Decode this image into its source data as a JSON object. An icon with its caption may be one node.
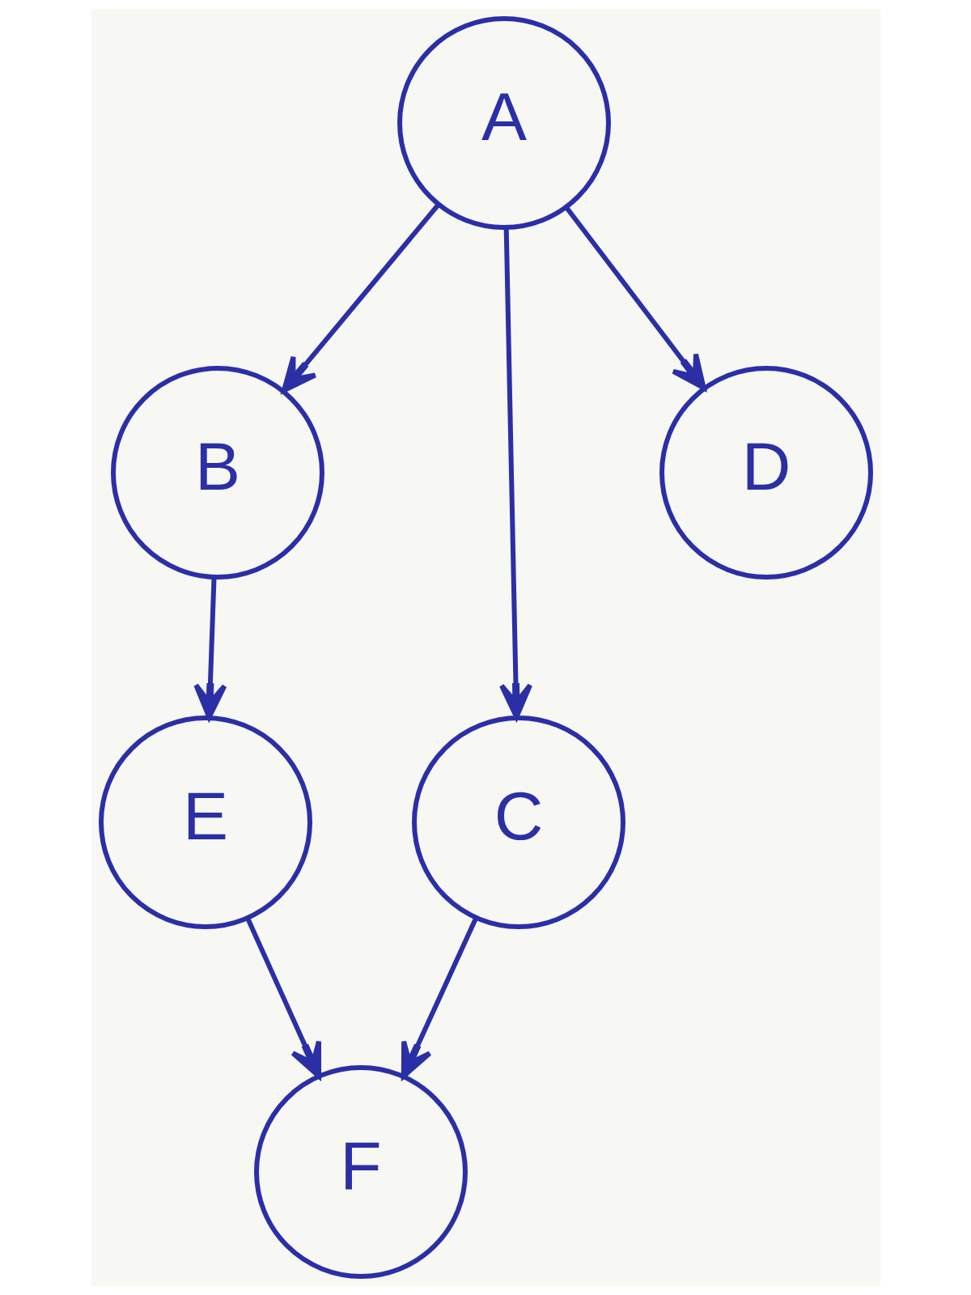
{
  "diagram": {
    "nodes": [
      {
        "text": [
          "A"
        ]
      },
      {
        "text": [
          "B"
        ]
      },
      {
        "text": [
          "C"
        ]
      },
      {
        "text": [
          "D"
        ]
      },
      {
        "text": [
          "E"
        ]
      },
      {
        "text": [
          "F"
        ]
      }
    ],
    "edges": [
      {
        "from": 0,
        "to": 1,
        "arrow": "to"
      },
      {
        "from": 0,
        "to": 2,
        "arrow": "to"
      },
      {
        "from": 0,
        "to": 3,
        "arrow": "to"
      },
      {
        "from": 1,
        "to": 4,
        "arrow": "to"
      },
      {
        "from": 2,
        "to": 5,
        "arrow": "to"
      },
      {
        "from": 4,
        "to": 5,
        "arrow": "to"
      }
    ]
  }
}
